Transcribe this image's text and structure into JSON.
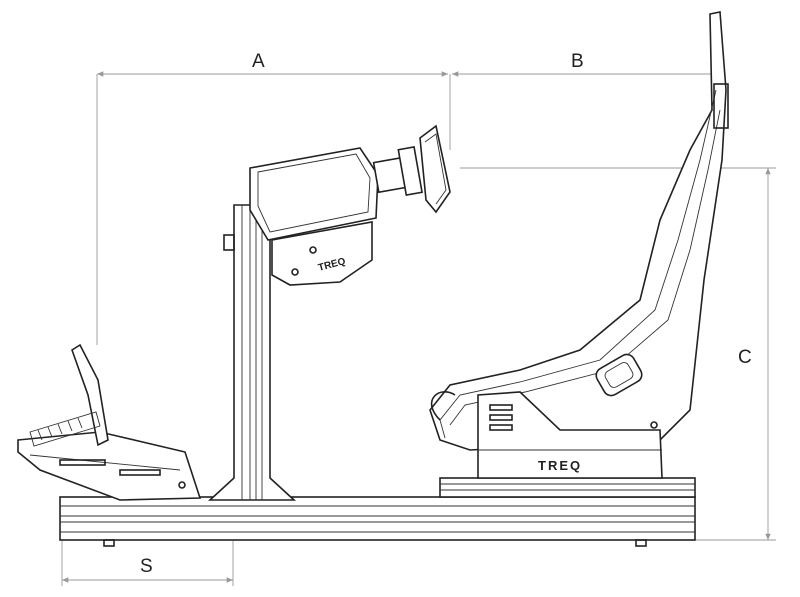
{
  "dimensions": {
    "a_label": "A",
    "b_label": "B",
    "c_label": "C",
    "s_label": "S"
  },
  "logos": {
    "wheel_mount_logo": "TREQ",
    "seat_bracket_logo": "TREQ"
  }
}
